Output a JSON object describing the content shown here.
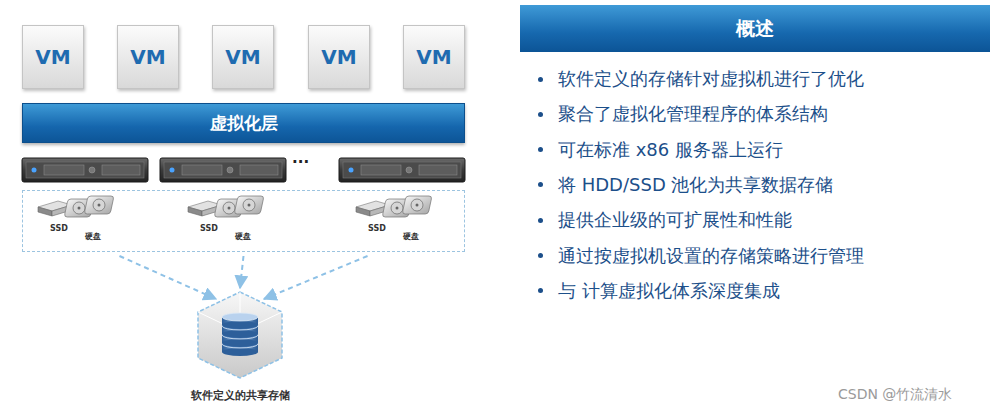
{
  "diagram": {
    "nodes": [
      {
        "text": [
          "VM"
        ]
      },
      {
        "text": [
          "VM"
        ]
      },
      {
        "text": [
          "VM"
        ]
      },
      {
        "text": [
          "VM"
        ]
      },
      {
        "text": [
          "VM"
        ]
      },
      {
        "text": [
          "虚拟化层"
        ]
      },
      {
        "text": [
          "SSD",
          "硬盘",
          "SSD",
          "硬盘",
          "SSD",
          "硬盘"
        ]
      },
      {
        "text": [
          "软件定义的共享存储"
        ]
      },
      {
        "text": [
          "概述",
          "软件定义的存储针对虚拟机进行了优化",
          "聚合了虚拟化管理程序的体系结构",
          "可在标准 x86 服务器上运行",
          "将 HDD/SSD 池化为共享数据存储",
          "提供企业级的可扩展性和性能",
          "通过按虚拟机设置的存储策略进行管理",
          "与 计算虚拟化体系深度集成"
        ]
      }
    ],
    "edges": [
      {
        "from": 6,
        "to": 7,
        "arrow": "to"
      },
      {
        "from": 6,
        "to": 7,
        "arrow": "to"
      },
      {
        "from": 6,
        "to": 7,
        "arrow": "to"
      }
    ],
    "labels": [
      "···",
      "CSDN @竹流清水"
    ]
  }
}
